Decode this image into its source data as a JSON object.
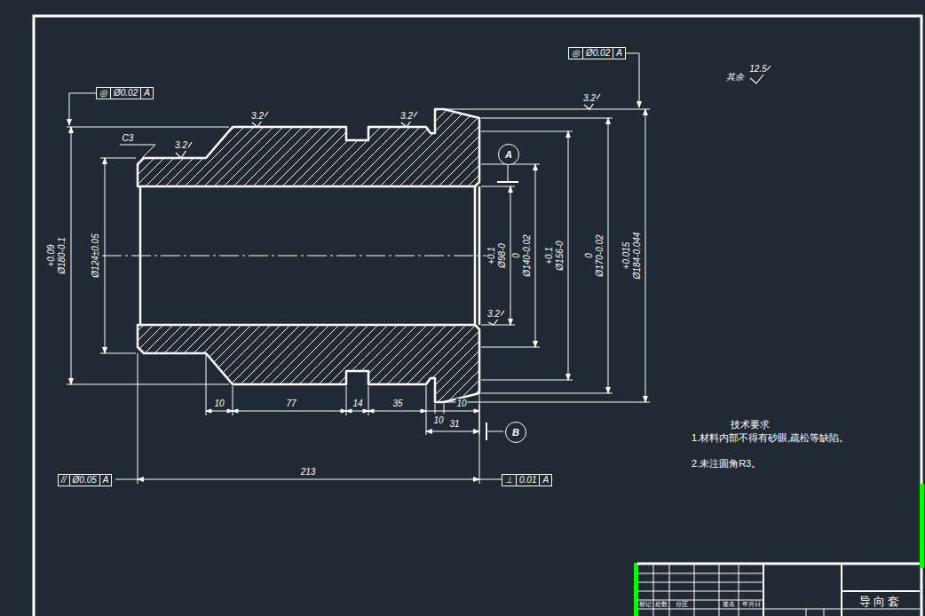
{
  "diagram": {
    "nodes": [
      {
        "text": [
          "◎",
          "Ø0.02",
          "A"
        ]
      },
      {
        "text": [
          "◎",
          "Ø0.02",
          "A"
        ]
      },
      {
        "text": [
          "//",
          "Ø0.05",
          "A"
        ]
      },
      {
        "text": [
          "⊥",
          "0.01",
          "A"
        ]
      },
      {
        "text": [
          "A"
        ]
      },
      {
        "text": [
          "B"
        ]
      }
    ],
    "labels": [
      "3.2",
      "3.2",
      "3.2",
      "3.2",
      "3.2",
      "C3",
      "其余",
      "12.5",
      "+0.09",
      "Ø180-0.1",
      "Ø124±0.05",
      "+0.1",
      "Ø98-0",
      "0",
      "Ø140-0.02",
      "+0.1",
      "Ø156-0",
      "0",
      "Ø170-0.02",
      "+0.015",
      "Ø184-0.044",
      "10",
      "77",
      "14",
      "35",
      "10",
      "10",
      "31",
      "213",
      "技术要求",
      "1.材料内部不得有砂眼,疏松等缺陷。",
      "2.未注圆角R3。",
      "标记",
      "处数",
      "分区",
      "签名",
      "年月日",
      "导向套"
    ]
  }
}
